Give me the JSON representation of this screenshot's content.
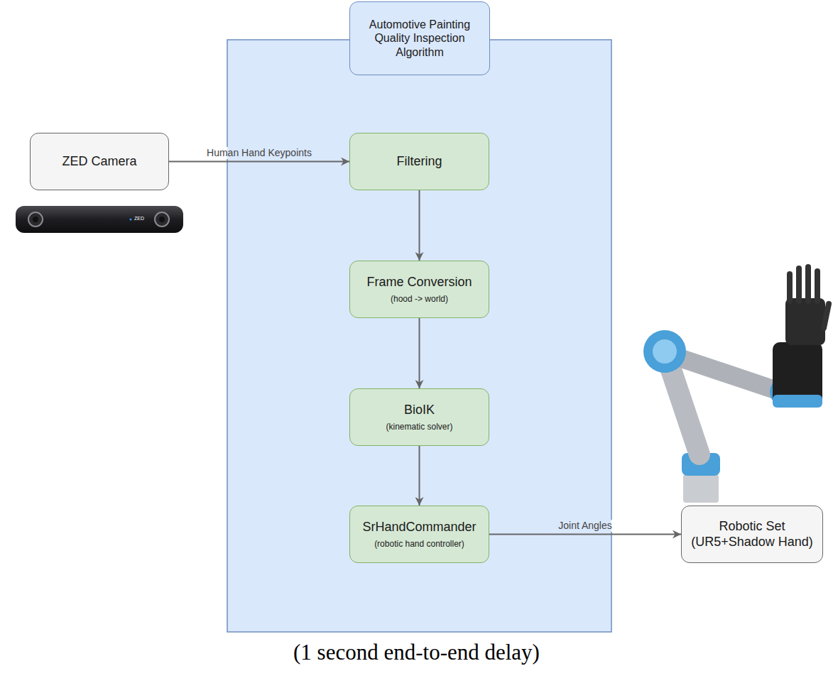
{
  "diagram": {
    "caption": "(1 second end-to-end delay)",
    "nodes": [
      {
        "text": [
          "Automotive Painting Quality Inspection Algorithm"
        ]
      },
      {
        "text": [
          "ZED Camera"
        ]
      },
      {
        "text": [
          "Filtering"
        ],
        "in": 0
      },
      {
        "text": [
          "Frame Conversion",
          "(hood -> world)"
        ],
        "in": 0
      },
      {
        "text": [
          "BioIK",
          "(kinematic solver)"
        ],
        "in": 0
      },
      {
        "text": [
          "SrHandCommander",
          "(robotic hand controller)"
        ],
        "in": 0
      },
      {
        "text": [
          "Robotic Set (UR5+Shadow Hand)"
        ]
      }
    ],
    "edges": [
      {
        "from": 1,
        "to": 2,
        "label": "Human Hand Keypoints",
        "arrow": "to"
      },
      {
        "from": 2,
        "to": 3,
        "arrow": "to"
      },
      {
        "from": 3,
        "to": 4,
        "arrow": "to"
      },
      {
        "from": 4,
        "to": 5,
        "arrow": "to"
      },
      {
        "from": 5,
        "to": 6,
        "label": "Joint Angles",
        "arrow": "to"
      }
    ],
    "labels": [
      "ZED"
    ]
  }
}
